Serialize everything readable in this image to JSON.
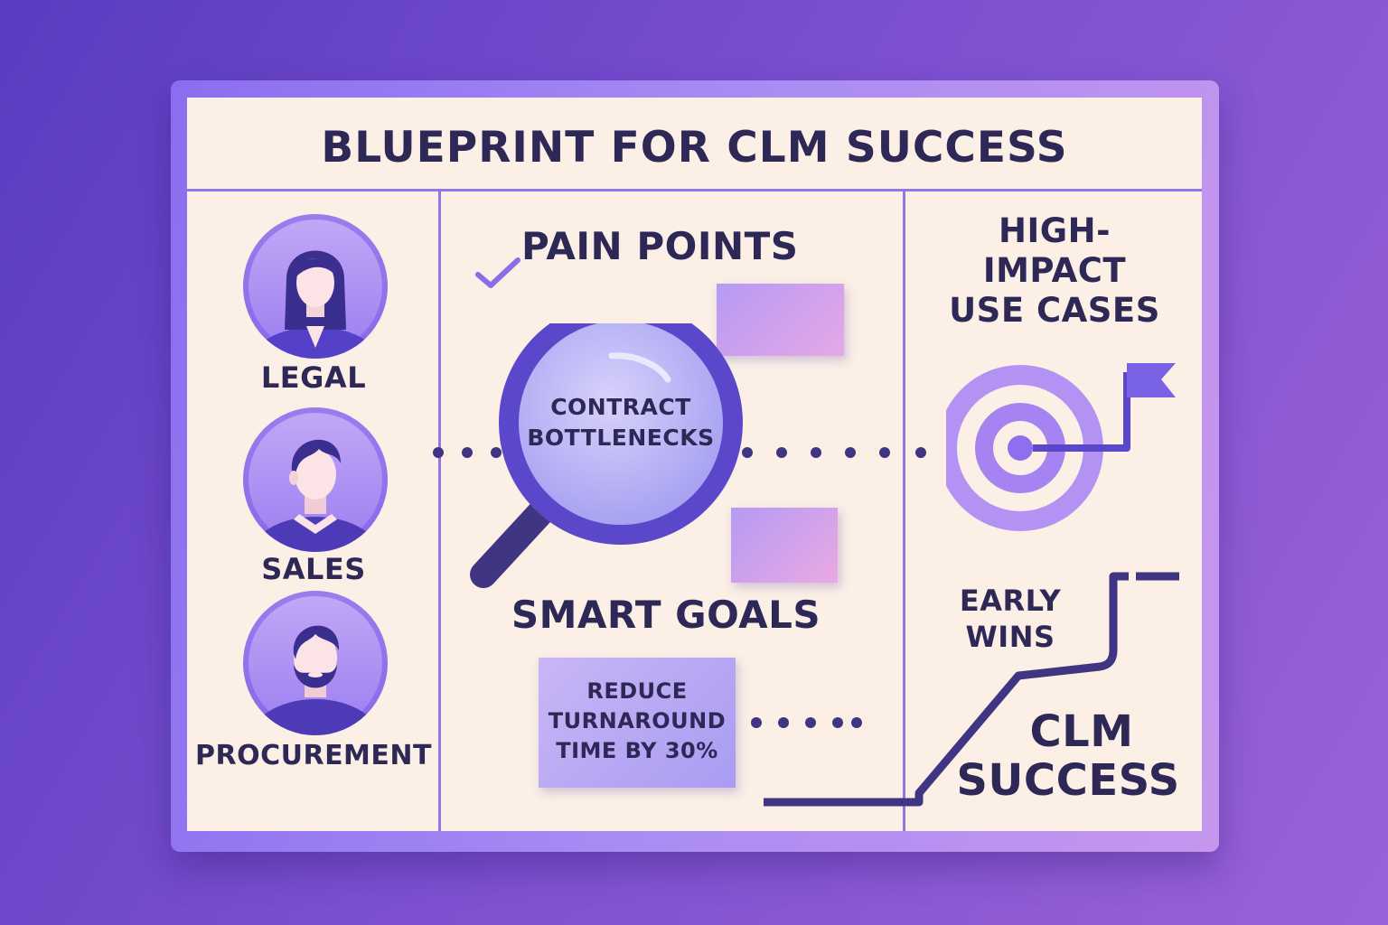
{
  "title": "BLUEPRINT FOR CLM SUCCESS",
  "stakeholders": [
    {
      "label": "LEGAL"
    },
    {
      "label": "SALES"
    },
    {
      "label": "PROCUREMENT"
    }
  ],
  "pain_points": {
    "heading": "PAIN POINTS",
    "lens_line1": "CONTRACT",
    "lens_line2": "BOTTLENECKS"
  },
  "smart_goals": {
    "heading": "SMART GOALS",
    "note_line1": "REDUCE",
    "note_line2": "TURNAROUND",
    "note_line3": "TIME BY 30%"
  },
  "use_cases": {
    "line1": "HIGH-",
    "line2": "IMPACT",
    "line3": "USE CASES"
  },
  "early_wins": {
    "line1": "EARLY",
    "line2": "WINS"
  },
  "success": {
    "line1": "CLM",
    "line2": "SUCCESS"
  },
  "icons": [
    "person-female-icon",
    "person-male-icon",
    "person-bearded-icon",
    "checkmark-icon",
    "magnifying-glass-icon",
    "sticky-note-icon",
    "target-icon",
    "flag-icon",
    "staircase-path-icon"
  ],
  "colors": {
    "background": "#6a46c8",
    "board": "#fbefe6",
    "ink": "#2e2856",
    "accent": "#5b47c9",
    "frame": "#a98cf2"
  }
}
